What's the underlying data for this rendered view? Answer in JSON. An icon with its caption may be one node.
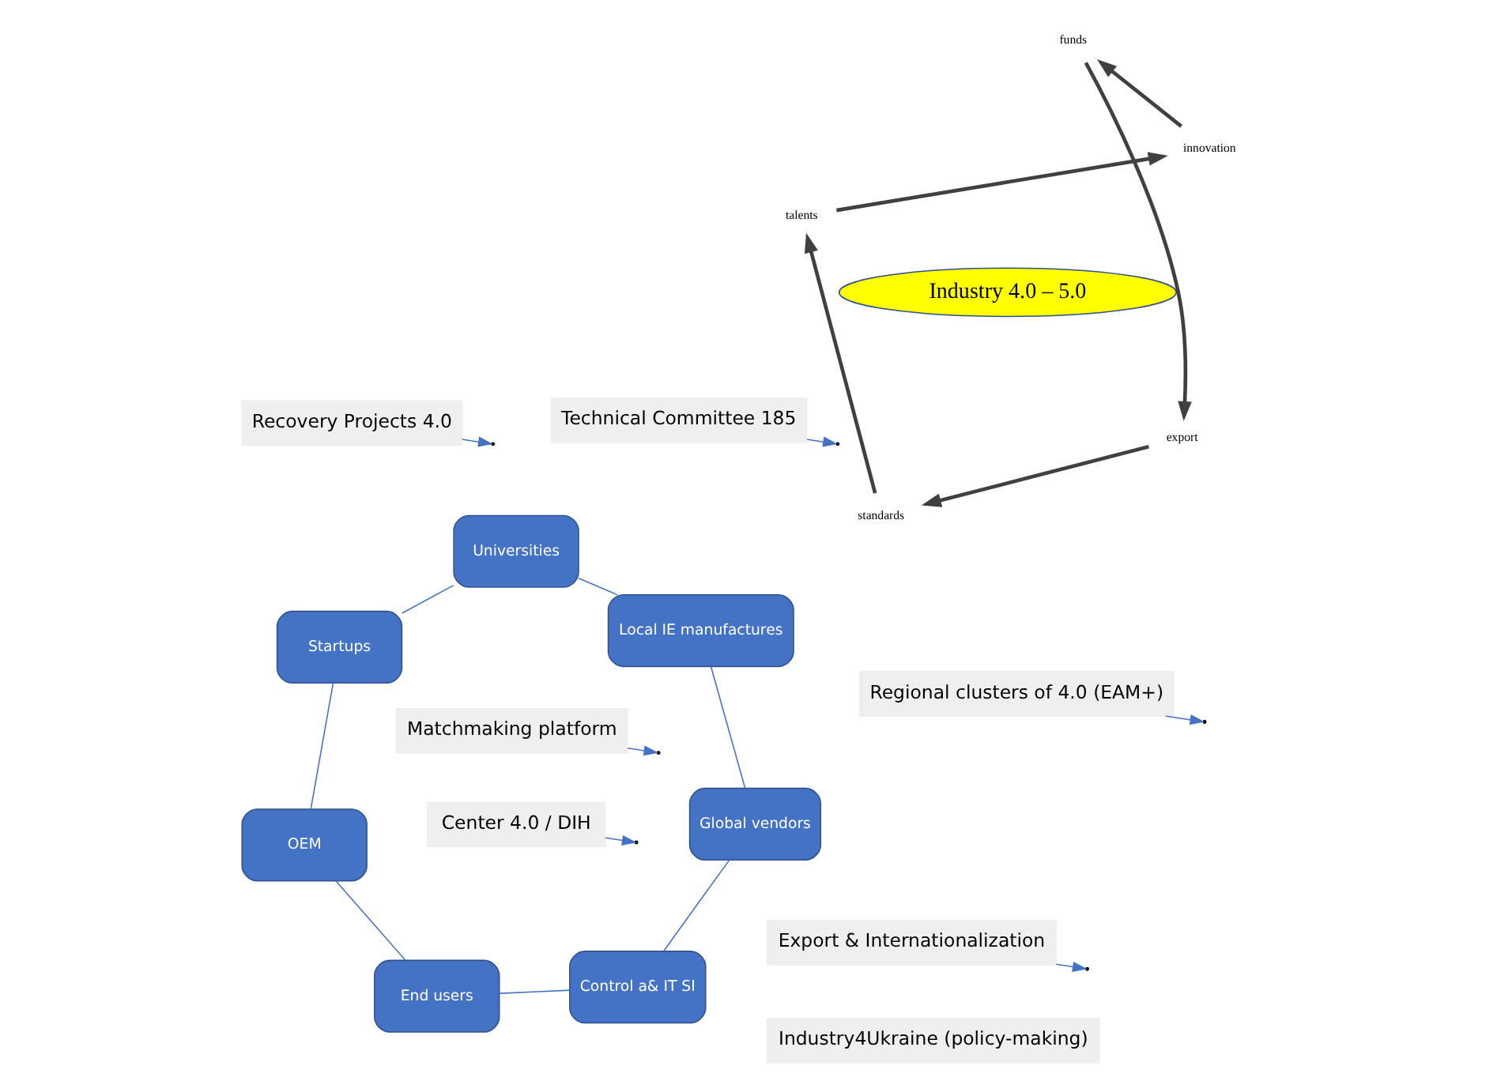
{
  "diagram": {
    "nodes": [
      {
        "text": [
          "Industry 4.0 – 5.0"
        ]
      },
      {
        "text": [
          "End users"
        ]
      },
      {
        "text": [
          "Control a& IT SI"
        ]
      },
      {
        "text": [
          "Global vendors"
        ]
      },
      {
        "text": [
          "Local IE manufactures"
        ]
      },
      {
        "text": [
          "Universities"
        ]
      },
      {
        "text": [
          "Startups"
        ]
      },
      {
        "text": [
          "OEM"
        ]
      },
      {
        "text": [
          "export"
        ]
      },
      {
        "text": [
          "standards"
        ]
      },
      {
        "text": [
          "talents"
        ]
      },
      {
        "text": [
          "innovation"
        ]
      },
      {
        "text": [
          "funds"
        ]
      },
      {
        "text": [
          "Export & Internationalization"
        ]
      },
      {
        "text": [
          "Technical Committee 185"
        ]
      },
      {
        "text": [
          "Center 4.0 / DIH"
        ]
      },
      {
        "text": [
          "Regional clusters of 4.0 (EAM+)"
        ]
      },
      {
        "text": [
          "Matchmaking platform"
        ]
      },
      {
        "text": [
          "Industry4Ukraine (policy-making)"
        ]
      },
      {
        "text": [
          "Recovery Projects 4.0"
        ]
      }
    ],
    "edges": [
      {
        "from": 1,
        "to": 2,
        "arrow": "none"
      },
      {
        "from": 2,
        "to": 3,
        "arrow": "none"
      },
      {
        "from": 3,
        "to": 4,
        "arrow": "none"
      },
      {
        "from": 4,
        "to": 5,
        "arrow": "none"
      },
      {
        "from": 5,
        "to": 6,
        "arrow": "none"
      },
      {
        "from": 6,
        "to": 7,
        "arrow": "none"
      },
      {
        "from": 7,
        "to": 1,
        "arrow": "none"
      },
      {
        "from": 8,
        "to": 9,
        "arrow": "to",
        "style": "thick",
        "color": "#404040"
      },
      {
        "from": 9,
        "to": 10,
        "arrow": "to",
        "style": "thick",
        "color": "#404040"
      },
      {
        "from": 10,
        "to": 11,
        "arrow": "to",
        "style": "thick",
        "color": "#404040"
      },
      {
        "from": 11,
        "to": 12,
        "arrow": "to",
        "style": "thick",
        "color": "#404040"
      },
      {
        "from": 12,
        "to": 8,
        "arrow": "to",
        "style": "thick",
        "color": "#404040"
      },
      {
        "from": 13,
        "to": null,
        "arrow": "to"
      },
      {
        "from": 14,
        "to": null,
        "arrow": "to"
      },
      {
        "from": 15,
        "to": null,
        "arrow": "to"
      },
      {
        "from": 16,
        "to": null,
        "arrow": "to"
      },
      {
        "from": 17,
        "to": null,
        "arrow": "to"
      },
      {
        "from": 19,
        "to": null,
        "arrow": "to"
      }
    ]
  }
}
